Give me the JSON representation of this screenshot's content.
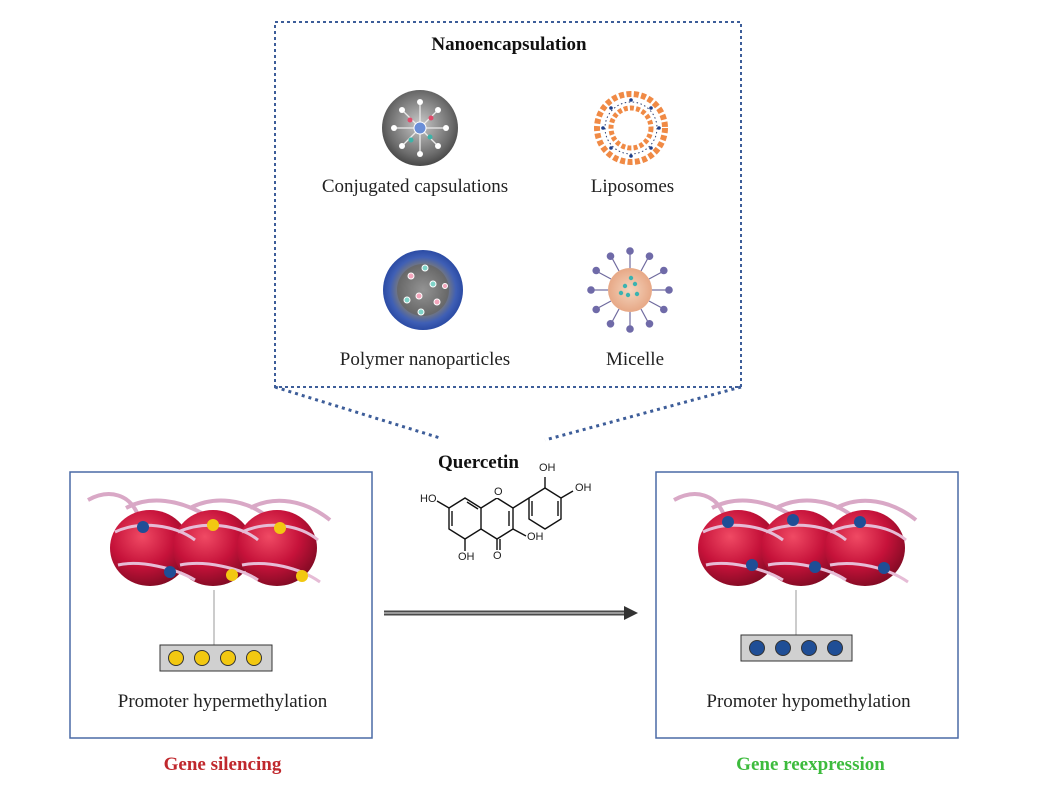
{
  "nanoencapsulation": {
    "title": "Nanoencapsulation",
    "items": [
      {
        "label": "Conjugated capsulations"
      },
      {
        "label": "Liposomes"
      },
      {
        "label": "Polymer nanoparticles"
      },
      {
        "label": "Micelle"
      }
    ]
  },
  "quercetin": {
    "label": "Quercetin",
    "groups": [
      "OH",
      "OH",
      "HO",
      "OH",
      "OH",
      "O",
      "O"
    ]
  },
  "left_panel": {
    "caption": "Promoter hypermethylation",
    "outcome": "Gene silencing",
    "outcome_color": "#c0282d",
    "mark_color": "#f2c811"
  },
  "right_panel": {
    "caption": "Promoter hypomethylation",
    "outcome": "Gene reexpression",
    "outcome_color": "#3dbb3d",
    "mark_color": "#1f4e96"
  }
}
